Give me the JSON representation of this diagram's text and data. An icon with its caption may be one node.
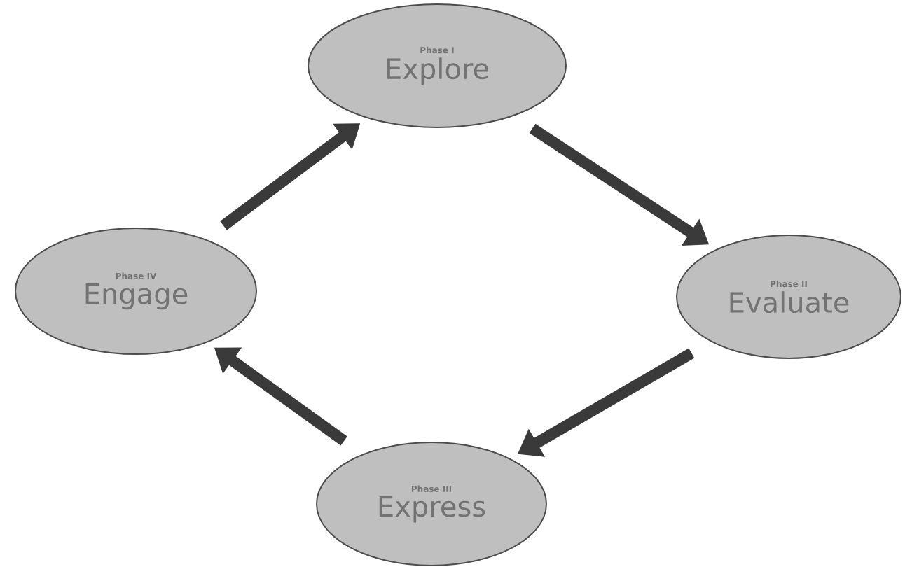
{
  "diagram": {
    "nodes": [
      {
        "text": [
          "Phase I",
          "Explore"
        ]
      },
      {
        "text": [
          "Phase II",
          "Evaluate"
        ]
      },
      {
        "text": [
          "Phase III",
          "Express"
        ]
      },
      {
        "text": [
          "Phase IV",
          "Engage"
        ]
      }
    ],
    "edges": [
      {
        "from": 0,
        "to": 1,
        "arrow": "to"
      },
      {
        "from": 1,
        "to": 2,
        "arrow": "to"
      },
      {
        "from": 2,
        "to": 3,
        "arrow": "to"
      },
      {
        "from": 3,
        "to": 0,
        "arrow": "to"
      }
    ]
  }
}
